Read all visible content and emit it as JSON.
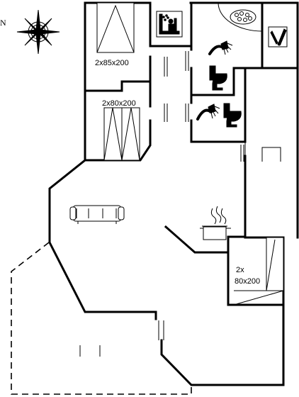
{
  "compass": {
    "north_label": "N"
  },
  "rooms": {
    "bedroom_1": {
      "bed_label": "2x85x200"
    },
    "bedroom_2": {
      "bed_label": "2x80x200"
    },
    "bedroom_3": {
      "bed_label_line1": "2x",
      "bed_label_line2": "80x200"
    }
  },
  "icons": [
    "sauna-icon",
    "hot-tub-icon",
    "wine-icon",
    "shower-icon",
    "toilet-icon",
    "sofa-icon",
    "cooking-pot-icon",
    "compass-rose-icon"
  ]
}
